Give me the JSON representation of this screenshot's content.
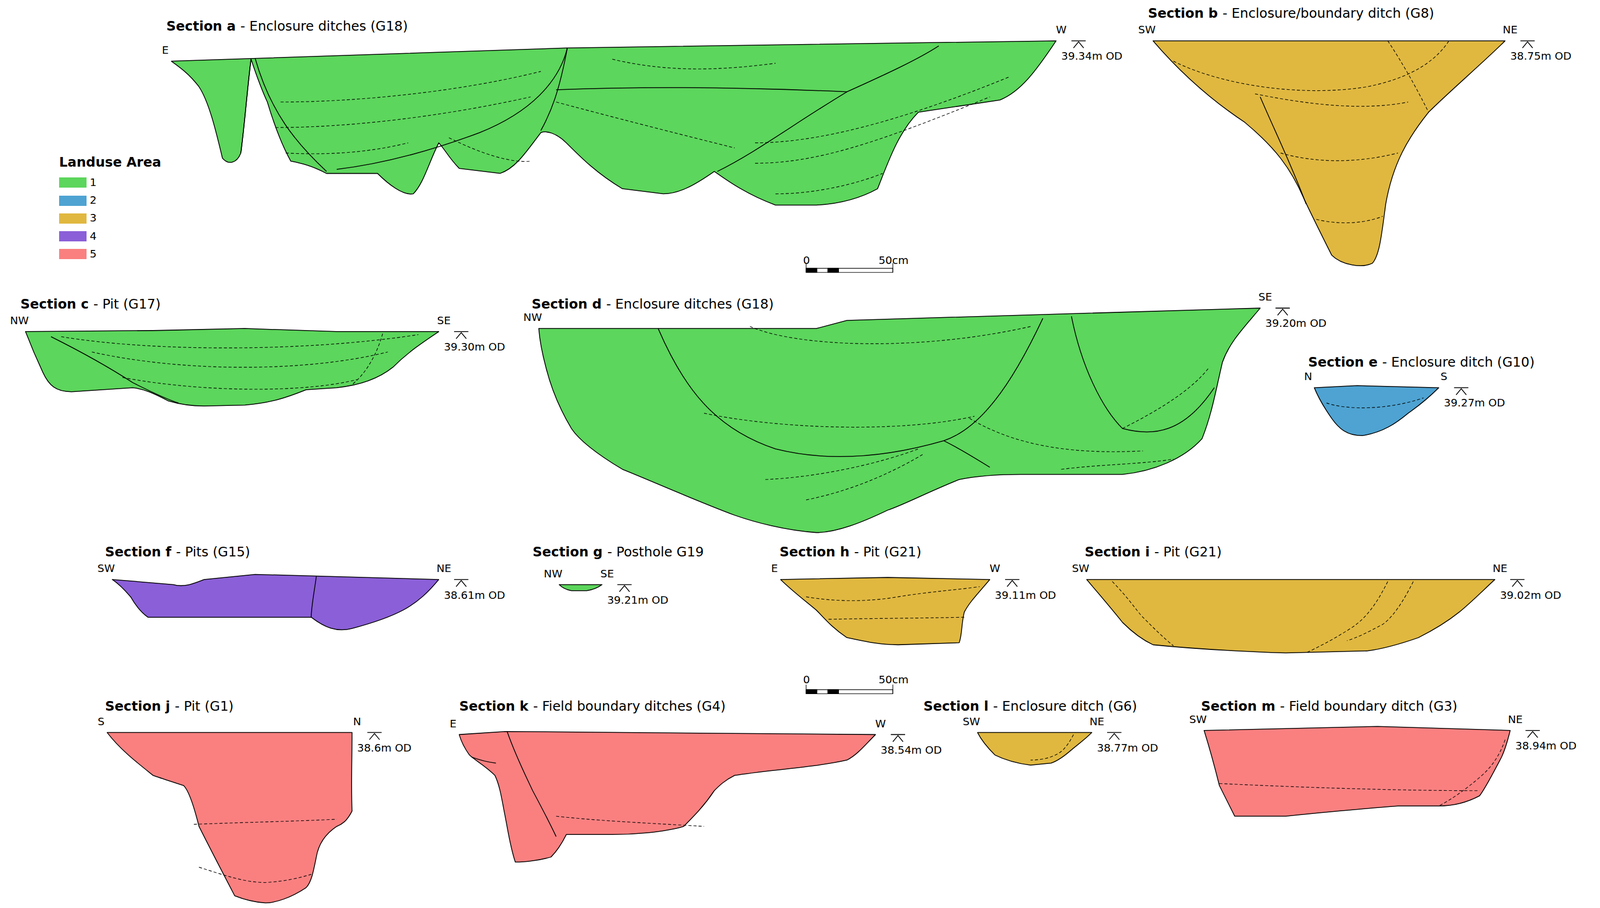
{
  "diagram": {
    "nodes": [
      {
        "text": [
          "Section a",
          "- Enclosure ditches (G18)",
          "E",
          "W",
          "39.34m OD"
        ]
      },
      {
        "text": [
          "Section b",
          "- Enclosure/boundary ditch (G8)",
          "SW",
          "NE",
          "38.75m OD"
        ]
      },
      {
        "text": [
          "Section c",
          "- Pit (G17)",
          "NW",
          "SE",
          "39.30m OD"
        ]
      },
      {
        "text": [
          "Section d",
          "- Enclosure ditches (G18)",
          "NW",
          "SE",
          "39.20m OD"
        ]
      },
      {
        "text": [
          "Section e",
          "- Enclosure ditch (G10)",
          "N",
          "S",
          "39.27m OD"
        ]
      },
      {
        "text": [
          "Section f",
          "- Pits (G15)",
          "SW",
          "NE",
          "38.61m OD"
        ]
      },
      {
        "text": [
          "Section g",
          "- Posthole G19",
          "NW",
          "SE",
          "39.21m OD"
        ]
      },
      {
        "text": [
          "Section h",
          "- Pit (G21)",
          "E",
          "W",
          "39.11m OD"
        ]
      },
      {
        "text": [
          "Section i",
          "- Pit (G21)",
          "SW",
          "NE",
          "39.02m OD"
        ]
      },
      {
        "text": [
          "Section j",
          "- Pit (G1)",
          "S",
          "N",
          "38.6m OD"
        ]
      },
      {
        "text": [
          "Section k",
          "- Field boundary ditches (G4)",
          "E",
          "W",
          "38.54m OD"
        ]
      },
      {
        "text": [
          "Section l",
          "- Enclosure ditch (G6)",
          "SW",
          "NE",
          "38.77m OD"
        ]
      },
      {
        "text": [
          "Section m",
          "- Field boundary ditch (G3)",
          "SW",
          "NE",
          "38.94m OD"
        ]
      }
    ],
    "labels": [
      "Landuse Area",
      "0",
      "50cm",
      "0",
      "50cm"
    ],
    "legend": [
      {
        "text": "1",
        "color": "#5cd65c"
      },
      {
        "text": "2",
        "color": "#4ea3d2"
      },
      {
        "text": "3",
        "color": "#e0b840"
      },
      {
        "text": "4",
        "color": "#8b5fd8"
      },
      {
        "text": "5",
        "color": "#fa8080"
      }
    ]
  }
}
